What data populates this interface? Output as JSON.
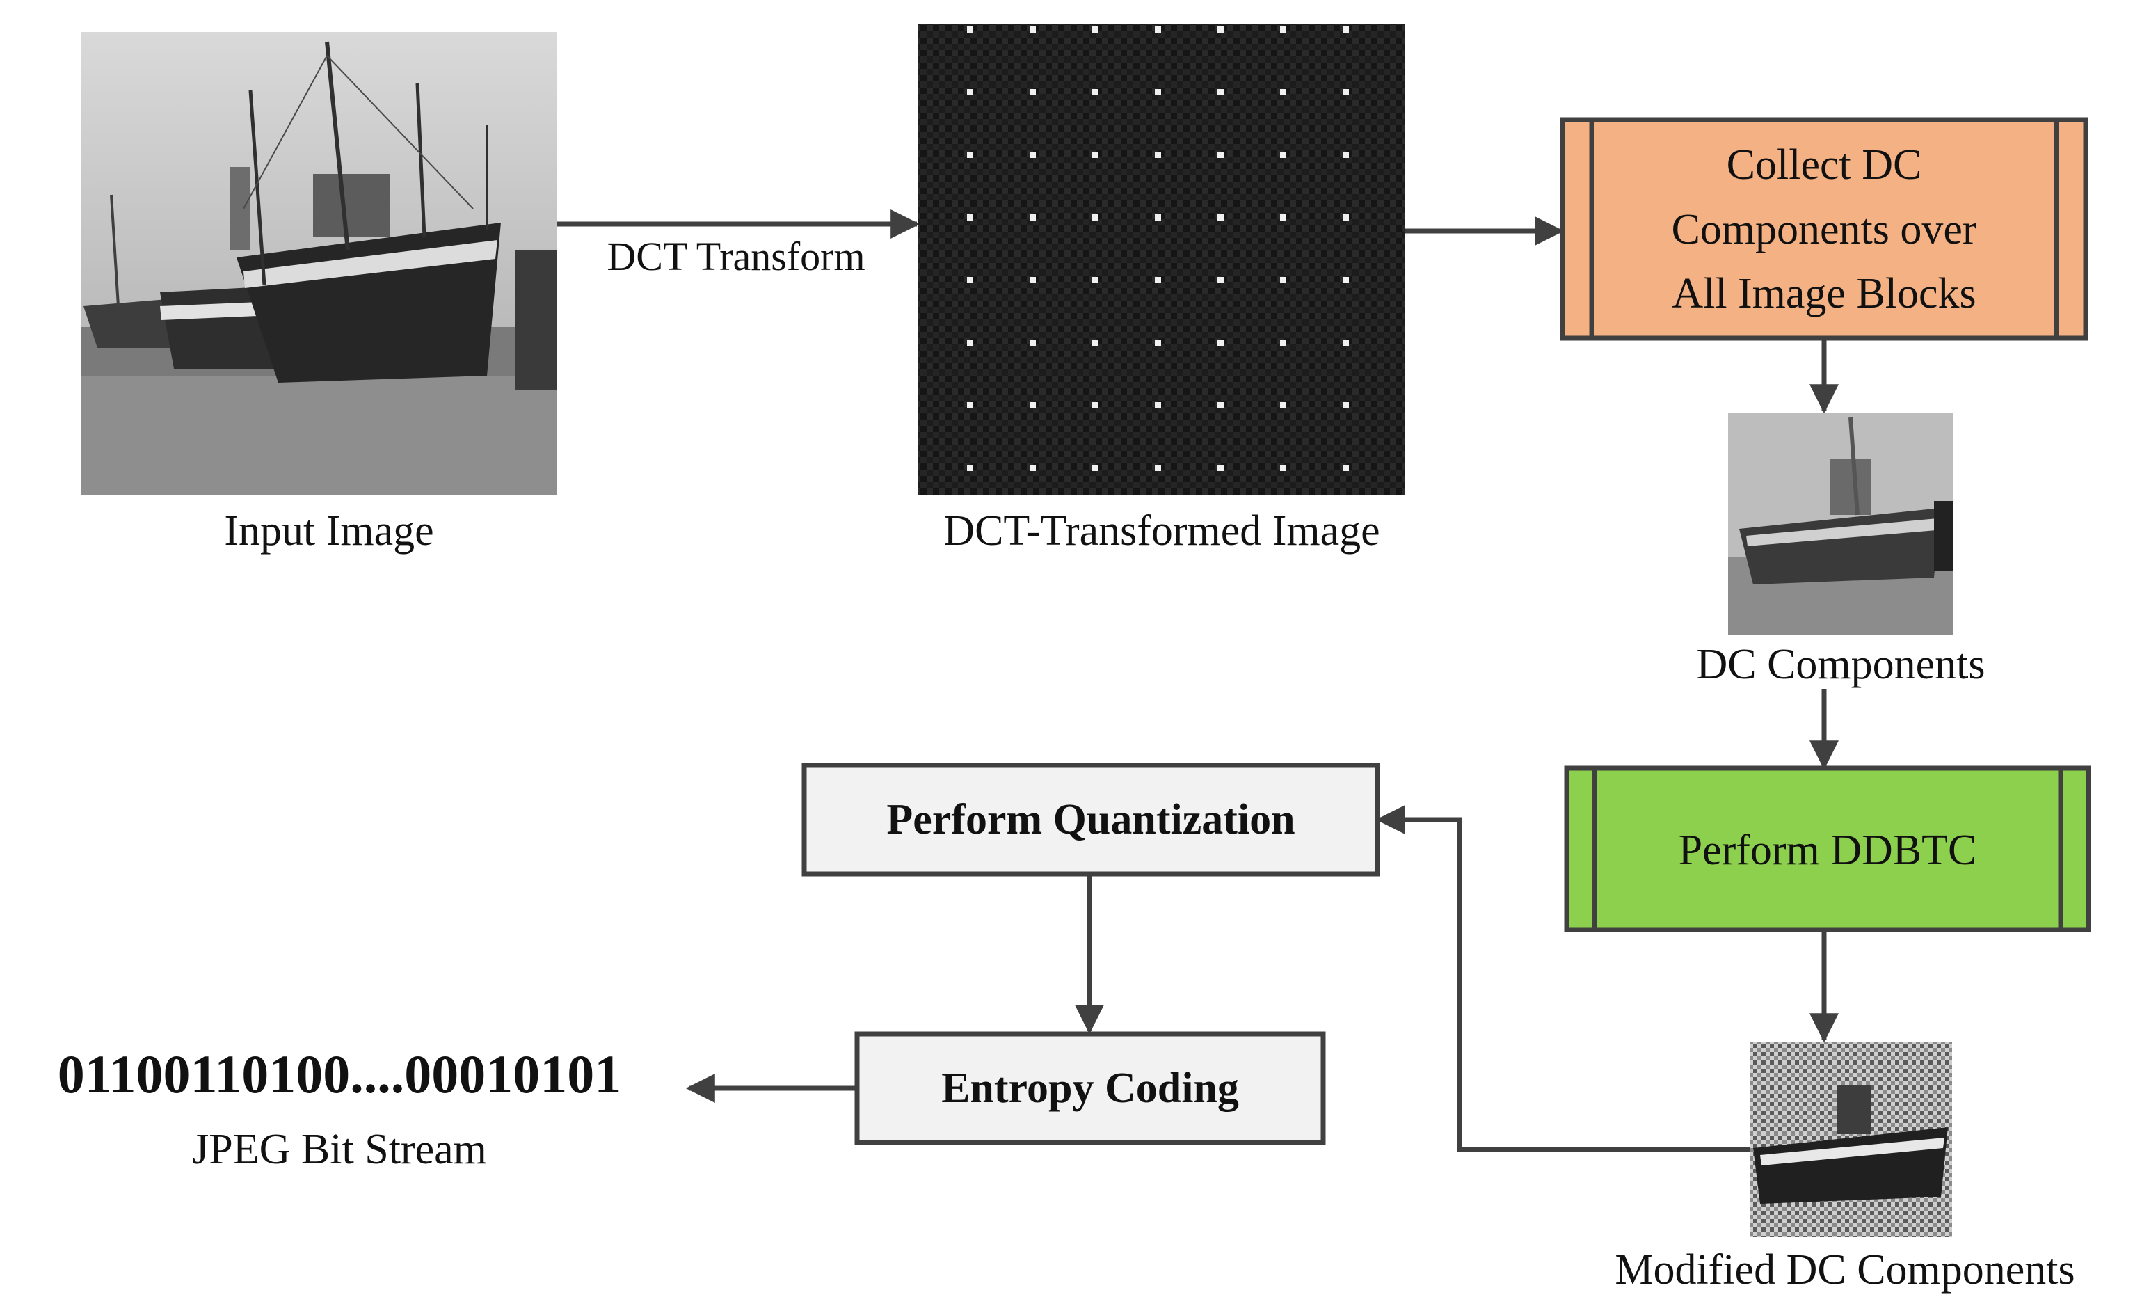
{
  "labels": {
    "input_image": "Input Image",
    "dct_transform": "DCT Transform",
    "dct_transformed_image": "DCT-Transformed Image",
    "collect_dc_lines": [
      "Collect DC",
      "Components over",
      "All Image Blocks"
    ],
    "dc_components": "DC Components",
    "perform_ddbtc": "Perform DDBTC",
    "modified_dc_components": "Modified DC Components",
    "perform_quantization": "Perform Quantization",
    "entropy_coding": "Entropy Coding",
    "bit_stream_value": "01100110100....00010101",
    "jpeg_bit_stream": "JPEG Bit Stream"
  },
  "colors": {
    "collect_box_fill": "#F4B183",
    "ddbtc_box_fill": "#8DD04E",
    "plain_box_fill": "#F2F2F2",
    "arrow": "#404040",
    "dct_background": "#1c1c1c"
  },
  "icons": {
    "input_image": "boat-photo-icon",
    "dct_image": "dct-coefficient-grid-icon",
    "dc_components_image": "low-resolution-boat-icon",
    "modified_dc_image": "halftone-boat-icon"
  }
}
